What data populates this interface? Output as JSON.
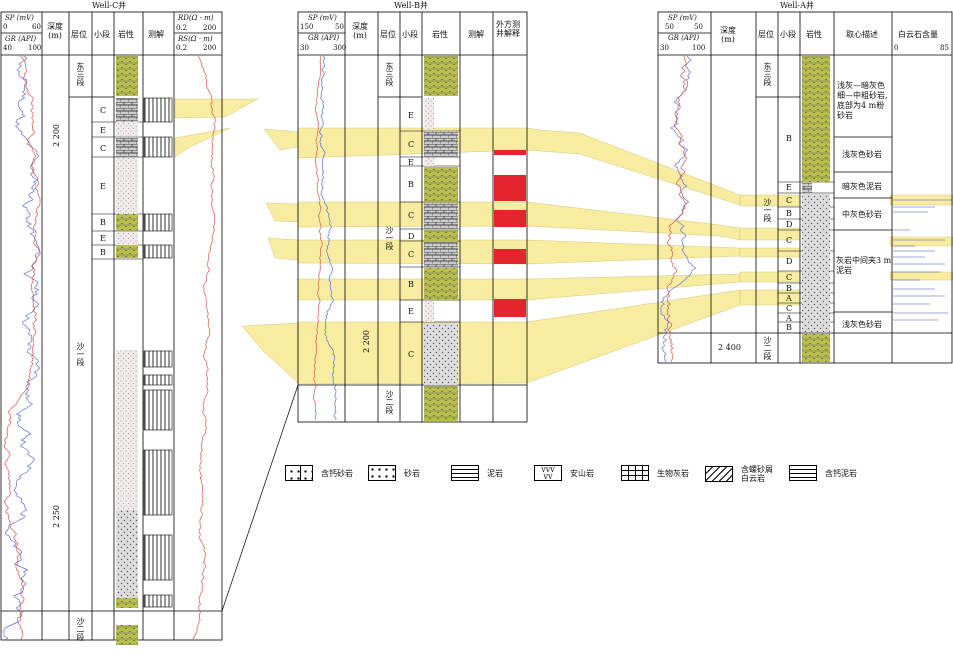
{
  "wells": {
    "c": {
      "title": "Well-C井",
      "sp_label": "SP (mV)",
      "sp_min": "0",
      "sp_max": "60",
      "gr_label": "GR (API)",
      "gr_min": "40",
      "gr_max": "100",
      "depth_label": "深度\n(m)",
      "layer_label": "层位",
      "sub_label": "小段",
      "litho_label": "岩性",
      "interp_label": "测解",
      "rd_label": "RD(Ω · m)",
      "rd_min": "0.2",
      "rd_max": "200",
      "rs_label": "RS(Ω · m)",
      "rs_min": "0.2",
      "rs_max": "200",
      "depth_2200": "2 200",
      "depth_2250": "2 250",
      "unit_top": "东三段",
      "unit_mid": "沙一段",
      "unit_bot": "沙二段",
      "subs": [
        "C",
        "E",
        "C",
        "E",
        "B",
        "E",
        "B"
      ]
    },
    "b": {
      "title": "Well-B井",
      "sp_label": "SP (mV)",
      "sp_min": "150",
      "sp_max": "50",
      "gr_label": "GR (API)",
      "gr_min": "30",
      "gr_max": "300",
      "depth_label": "深度\n(m)",
      "layer_label": "层位",
      "sub_label": "小段",
      "litho_label": "岩性",
      "interp_label": "测解",
      "ext_label": "外方测\n井解释",
      "depth_2200": "2 200",
      "unit_top": "东三段",
      "unit_mid": "沙一段",
      "unit_bot": "沙二段",
      "subs": [
        "E",
        "C",
        "E",
        "B",
        "C",
        "D",
        "C",
        "B",
        "E",
        "C"
      ]
    },
    "a": {
      "title": "Well-A井",
      "sp_label": "SP (mV)",
      "sp_min": "50",
      "sp_max": "50",
      "gr_label": "GR (API)",
      "gr_min": "30",
      "gr_max": "100",
      "depth_label": "深度\n(m)",
      "layer_label": "层位",
      "sub_label": "小段",
      "litho_label": "岩性",
      "core_label": "取心描述",
      "dolo_label": "白云石含量",
      "dolo_min": "0",
      "dolo_max": "85",
      "depth_2400": "2 400",
      "unit_top": "东三段",
      "unit_mid": "沙一段",
      "unit_bot": "沙二段",
      "subs": [
        "B",
        "E",
        "C",
        "B",
        "D",
        "C",
        "D",
        "C",
        "B",
        "A",
        "C",
        "A",
        "B"
      ],
      "core_desc": [
        "浅灰—暗灰色\n细—中粗砂岩,\n底部为4 m粉\n砂岩",
        "浅灰色砂岩",
        "暗灰色泥岩",
        "中灰色砂岩",
        "灰岩中间夹3 m\n泥岩",
        "浅灰色砂岩"
      ]
    }
  },
  "legend": [
    {
      "name": "含钙砂岩",
      "icon": "calcareous-sandstone"
    },
    {
      "name": "砂岩",
      "icon": "sandstone"
    },
    {
      "name": "泥岩",
      "icon": "mudstone"
    },
    {
      "name": "安山岩",
      "icon": "andesite"
    },
    {
      "name": "生物灰岩",
      "icon": "bioclastic-limestone"
    },
    {
      "name": "含螺砂屑\n白云岩",
      "icon": "shell-dolomite"
    },
    {
      "name": "含钙泥岩",
      "icon": "calcareous-mudstone"
    }
  ],
  "colors": {
    "correlation_fill": "#f7ec9a",
    "oil_red": "#e4262c",
    "litho_green": "#b9bf4d",
    "sp_curve": "#5b6fd6",
    "gr_curve": "#d8574c"
  }
}
